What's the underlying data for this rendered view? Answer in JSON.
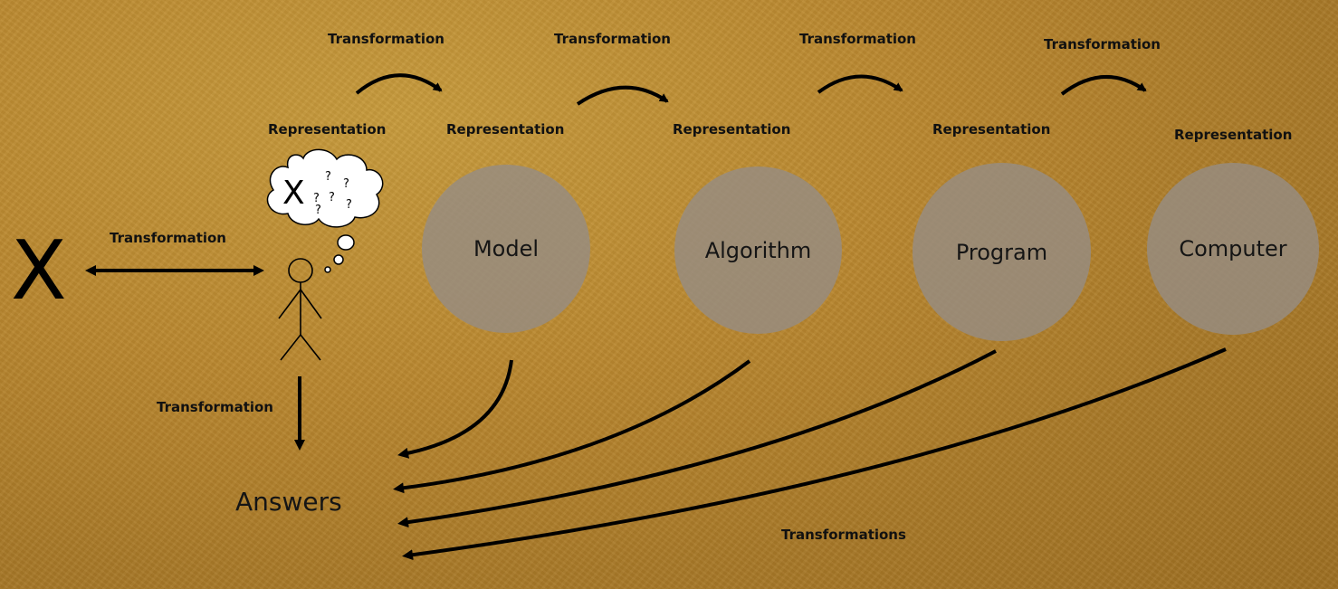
{
  "top_transformations": [
    {
      "label": "Transformation"
    },
    {
      "label": "Transformation"
    },
    {
      "label": "Transformation"
    },
    {
      "label": "Transformation"
    }
  ],
  "representations": [
    {
      "label": "Representation"
    },
    {
      "label": "Representation"
    },
    {
      "label": "Representation"
    },
    {
      "label": "Representation"
    },
    {
      "label": "Representation"
    }
  ],
  "nodes": {
    "model": "Model",
    "algorithm": "Algorithm",
    "program": "Program",
    "computer": "Computer"
  },
  "subject": {
    "symbol": "X"
  },
  "thought": {
    "symbol": "X",
    "marks": [
      "?",
      "?",
      "?",
      "?",
      "?",
      "?"
    ]
  },
  "subject_transformation": "Transformation",
  "down_transformation": "Transformation",
  "answers": "Answers",
  "bottom_transformations": "Transformations",
  "colors": {
    "background": "#b8862f",
    "circle": "#968c82",
    "ink": "#111111"
  }
}
